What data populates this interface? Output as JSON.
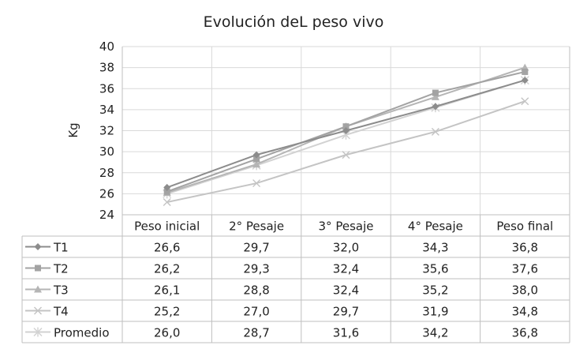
{
  "chart_data": {
    "type": "line",
    "title": "Evolución deL peso vivo",
    "xlabel": "",
    "ylabel": "Kg",
    "ylim": [
      24,
      40
    ],
    "yticks": [
      24,
      26,
      28,
      30,
      32,
      34,
      36,
      38,
      40
    ],
    "grid": true,
    "legend": "data-table",
    "categories": [
      "Peso inicial",
      "2° Pesaje",
      "3° Pesaje",
      "4° Pesaje",
      "Peso final"
    ],
    "series": [
      {
        "name": "T1",
        "marker": "diamond",
        "color": "#8c8c8c",
        "values": [
          26.6,
          29.7,
          32.0,
          34.3,
          36.8
        ],
        "labels": [
          "26,6",
          "29,7",
          "32,0",
          "34,3",
          "36,8"
        ]
      },
      {
        "name": "T2",
        "marker": "square",
        "color": "#a3a3a3",
        "values": [
          26.2,
          29.3,
          32.4,
          35.6,
          37.6
        ],
        "labels": [
          "26,2",
          "29,3",
          "32,4",
          "35,6",
          "37,6"
        ]
      },
      {
        "name": "T3",
        "marker": "triangle",
        "color": "#b5b5b5",
        "values": [
          26.1,
          28.8,
          32.4,
          35.2,
          38.0
        ],
        "labels": [
          "26,1",
          "28,8",
          "32,4",
          "35,2",
          "38,0"
        ]
      },
      {
        "name": "T4",
        "marker": "x",
        "color": "#c4c4c4",
        "values": [
          25.2,
          27.0,
          29.7,
          31.9,
          34.8
        ],
        "labels": [
          "25,2",
          "27,0",
          "29,7",
          "31,9",
          "34,8"
        ]
      },
      {
        "name": "Promedio",
        "marker": "star",
        "color": "#d2d2d2",
        "values": [
          26.0,
          28.7,
          31.6,
          34.2,
          36.8
        ],
        "labels": [
          "26,0",
          "28,7",
          "31,6",
          "34,2",
          "36,8"
        ]
      }
    ]
  }
}
